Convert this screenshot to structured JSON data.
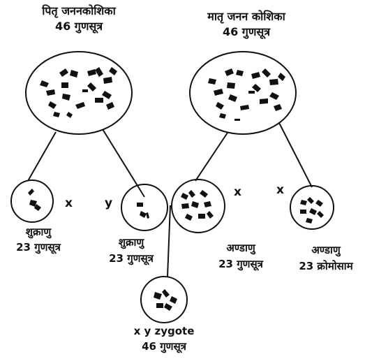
{
  "father": {
    "title": "पितृ जननकोशिका",
    "count": "46 गुणसूत्र"
  },
  "mother": {
    "title": "मातृ जनन कोशिका",
    "count": "46 गुणसूत्र"
  },
  "sperm1": {
    "title": "शुक्राणु",
    "count": "23 गुणसूत्र",
    "marker": "x"
  },
  "sperm2": {
    "title": "शुक्राणु",
    "count": "23 गुणसूत्र",
    "marker": "y"
  },
  "egg1": {
    "title": "अण्डाणु",
    "count": "23 गुणसूत्र",
    "marker": "x"
  },
  "egg2": {
    "title": "अण्डाणु",
    "count": "23 क्रोमोसाम",
    "marker": "x"
  },
  "zygote": {
    "title": "x y zygote",
    "count": "46 गुणसूत्र"
  }
}
